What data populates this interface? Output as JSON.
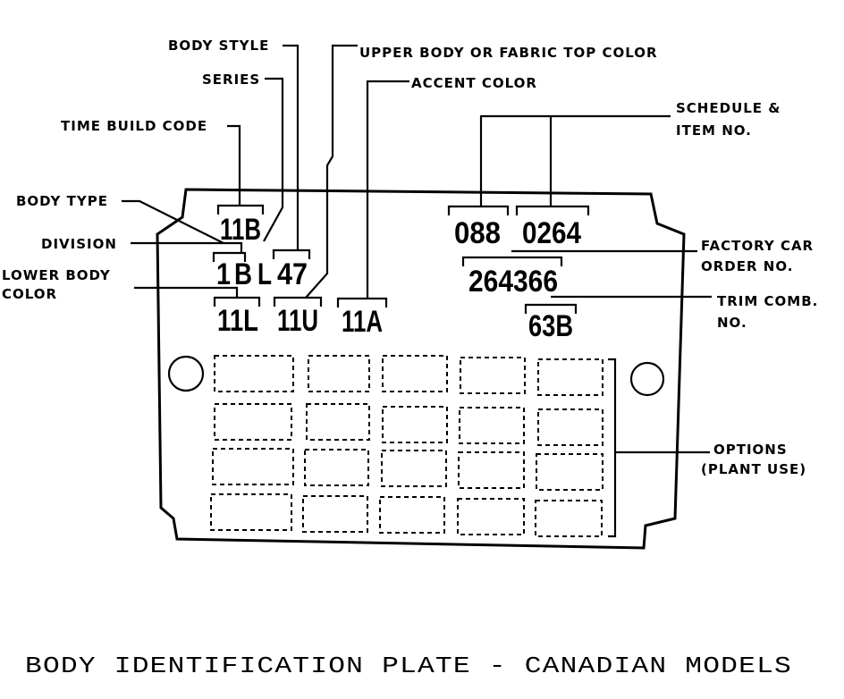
{
  "labels": {
    "body_style": "BODY STYLE",
    "upper_body": "UPPER BODY OR FABRIC TOP COLOR",
    "series": "SERIES",
    "accent_color": "ACCENT COLOR",
    "time_build_code": "TIME BUILD CODE",
    "schedule_1": "SCHEDULE &",
    "schedule_2": "ITEM NO.",
    "body_type": "BODY TYPE",
    "division": "DIVISION",
    "lower_body_1": "LOWER BODY",
    "lower_body_2": "COLOR",
    "factory_1": "FACTORY CAR",
    "factory_2": "ORDER NO.",
    "trim_1": "TRIM COMB.",
    "trim_2": "NO.",
    "options_1": "OPTIONS",
    "options_2": "(PLANT USE)"
  },
  "codes": {
    "time_build": "11B",
    "body_type": "1",
    "division": "B",
    "series": "L",
    "body_style": "47",
    "lower_body": "11L",
    "upper_body": "11U",
    "accent": "11A",
    "schedule": "088",
    "item": "0264",
    "order": "264366",
    "trim": "63B"
  },
  "caption": "BODY IDENTIFICATION PLATE - CANADIAN MODELS"
}
